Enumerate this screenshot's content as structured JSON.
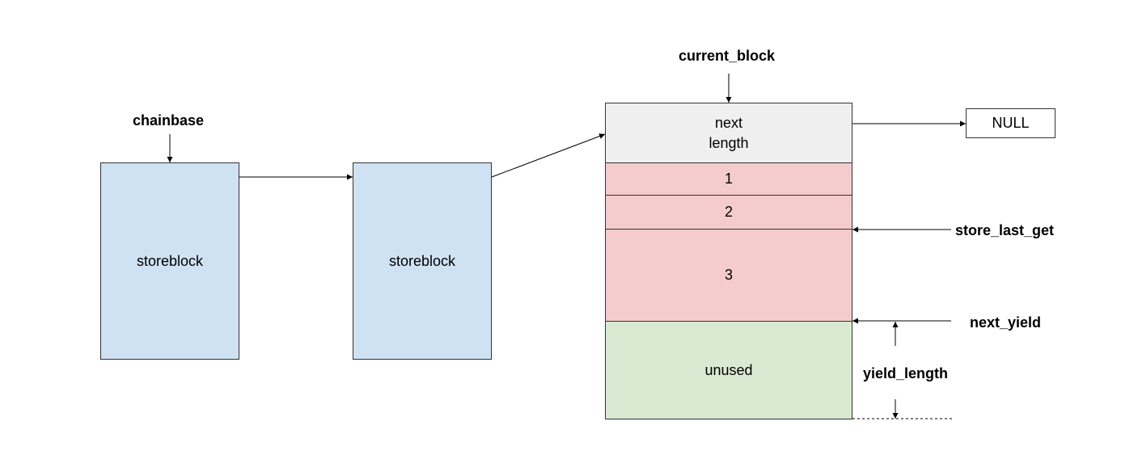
{
  "diagram": {
    "labels": {
      "chainbase": "chainbase",
      "current_block": "current_block",
      "store_last_get": "store_last_get",
      "next_yield": "next_yield",
      "yield_length": "yield_length"
    },
    "blocks": {
      "storeblock_1": "storeblock",
      "storeblock_2": "storeblock",
      "header_line1": "next",
      "header_line2": "length",
      "row_1": "1",
      "row_2": "2",
      "row_3": "3",
      "unused": "unused",
      "null_box": "NULL"
    },
    "colors": {
      "storeblock": "#cfe2f3",
      "header": "#efefef",
      "used_rows": "#f4cccc",
      "unused": "#d9ead3"
    }
  }
}
